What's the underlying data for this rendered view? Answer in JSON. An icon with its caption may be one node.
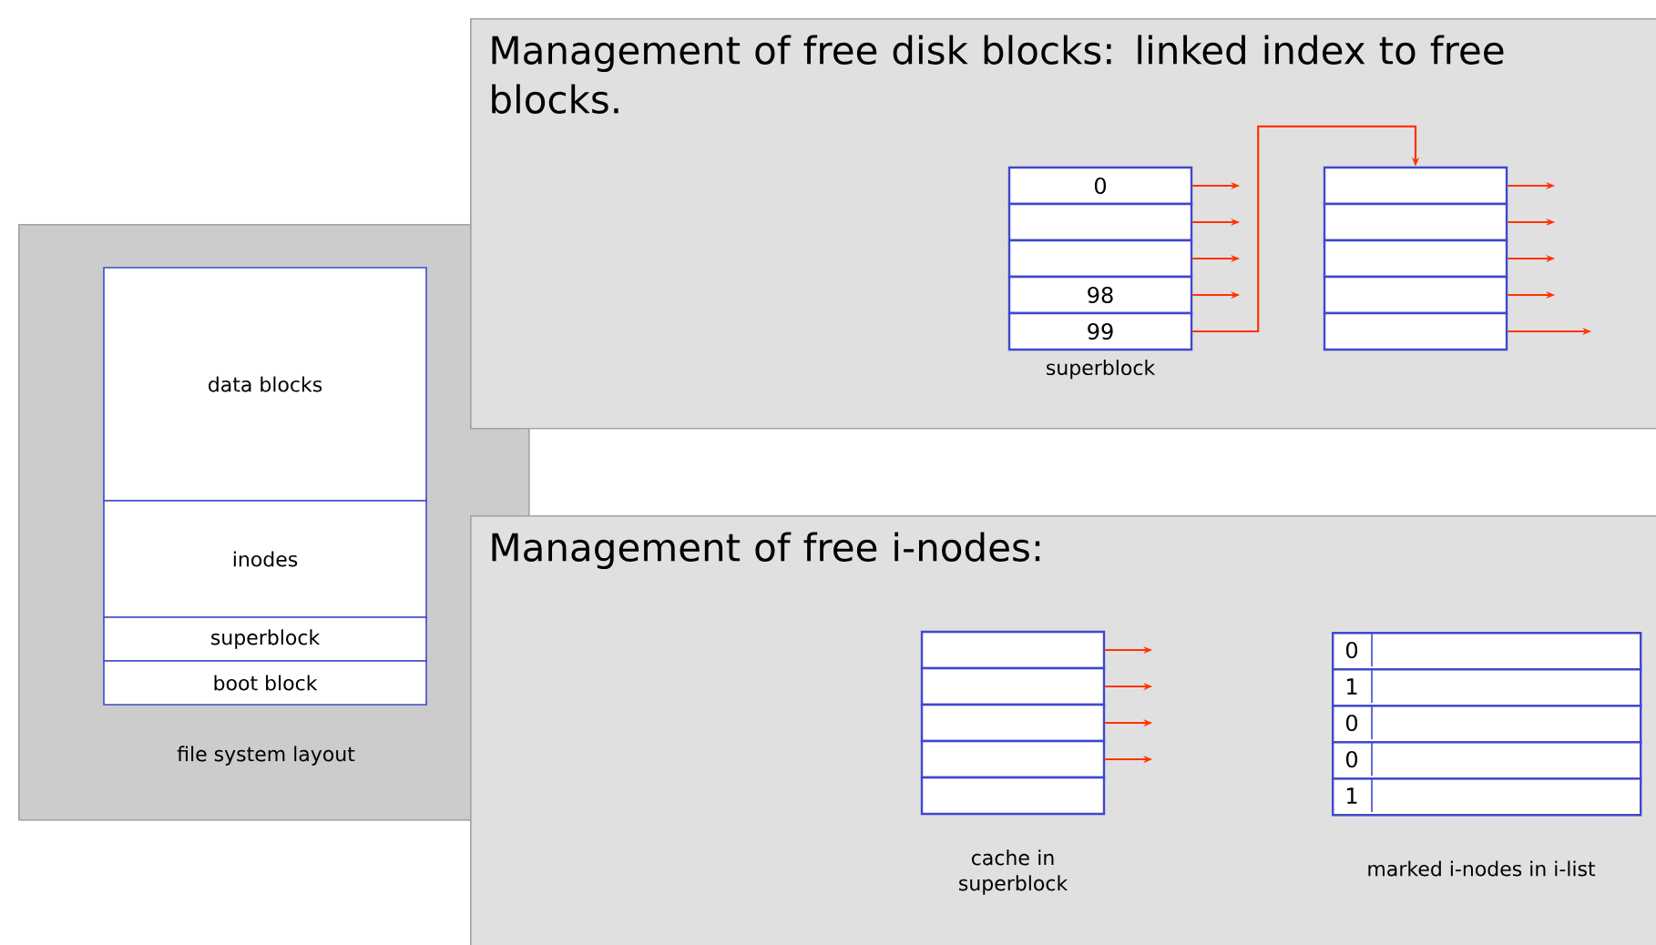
{
  "diagram": {
    "nodes": [
      {
        "text": [
          "file system layout"
        ]
      },
      {
        "text": [
          "data blocks"
        ],
        "in": 0
      },
      {
        "text": [
          "inodes"
        ],
        "in": 0
      },
      {
        "text": [
          "superblock"
        ],
        "in": 0
      },
      {
        "text": [
          "boot block"
        ],
        "in": 0
      },
      {
        "text": [
          "Management of free disk blocks: linked index to free blocks."
        ]
      },
      {
        "text": [
          "0"
        ],
        "in": 5
      },
      {
        "text": [],
        "shape": "box",
        "in": 5
      },
      {
        "text": [],
        "shape": "box",
        "in": 5
      },
      {
        "text": [
          "98"
        ],
        "in": 5
      },
      {
        "text": [
          "99"
        ],
        "in": 5
      },
      {
        "text": [],
        "shape": "box",
        "in": 5
      },
      {
        "text": [],
        "shape": "box",
        "in": 5
      },
      {
        "text": [],
        "shape": "box",
        "in": 5
      },
      {
        "text": [],
        "shape": "box",
        "in": 5
      },
      {
        "text": [],
        "shape": "box",
        "in": 5
      },
      {
        "text": [
          "Management of free i-nodes:"
        ]
      },
      {
        "text": [],
        "shape": "box",
        "in": 16
      },
      {
        "text": [],
        "shape": "box",
        "in": 16
      },
      {
        "text": [],
        "shape": "box",
        "in": 16
      },
      {
        "text": [],
        "shape": "box",
        "in": 16
      },
      {
        "text": [],
        "shape": "box",
        "in": 16
      },
      {
        "text": [
          "0"
        ],
        "in": 16
      },
      {
        "text": [
          "1"
        ],
        "in": 16
      },
      {
        "text": [
          "0"
        ],
        "in": 16
      },
      {
        "text": [
          "0"
        ],
        "in": 16
      },
      {
        "text": [
          "1"
        ],
        "in": 16
      }
    ],
    "edges": [
      {
        "from": 6,
        "to": null,
        "arrow": "to"
      },
      {
        "from": 7,
        "to": null,
        "arrow": "to"
      },
      {
        "from": 8,
        "to": null,
        "arrow": "to"
      },
      {
        "from": 9,
        "to": null,
        "arrow": "to"
      },
      {
        "from": 10,
        "to": 11,
        "arrow": "to"
      },
      {
        "from": 11,
        "to": null,
        "arrow": "to"
      },
      {
        "from": 12,
        "to": null,
        "arrow": "to"
      },
      {
        "from": 13,
        "to": null,
        "arrow": "to"
      },
      {
        "from": 14,
        "to": null,
        "arrow": "to"
      },
      {
        "from": 15,
        "to": null,
        "arrow": "to"
      },
      {
        "from": 17,
        "to": null,
        "arrow": "to"
      },
      {
        "from": 18,
        "to": null,
        "arrow": "to"
      },
      {
        "from": 19,
        "to": null,
        "arrow": "to"
      },
      {
        "from": 20,
        "to": null,
        "arrow": "to"
      }
    ],
    "labels": [
      "superblock",
      "cache in superblock",
      "marked i-nodes in i-list"
    ]
  }
}
